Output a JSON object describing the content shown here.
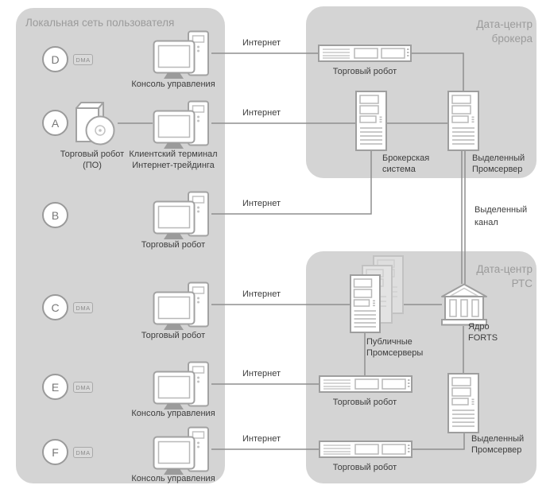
{
  "diagram": {
    "panels": {
      "local": {
        "title": "Локальная сеть пользователя"
      },
      "broker": {
        "title": "Дата-центр\nброкера"
      },
      "rts": {
        "title": "Дата-центр\nРТС"
      }
    },
    "internet_label": "Интернет",
    "dma_label": "DMA",
    "left_rows": [
      {
        "letter": "D",
        "dma": true,
        "label": "Консоль управления"
      },
      {
        "letter": "A",
        "dma": false,
        "software_label": "Торговый робот\n(ПО)",
        "label": "Клиентский терминал\nИнтернет-трейдинга"
      },
      {
        "letter": "B",
        "dma": false,
        "label": "Торговый робот"
      },
      {
        "letter": "C",
        "dma": true,
        "label": "Торговый робот"
      },
      {
        "letter": "E",
        "dma": true,
        "label": "Консоль управления"
      },
      {
        "letter": "F",
        "dma": true,
        "label": "Консоль управления"
      }
    ],
    "broker_nodes": {
      "trade_robot": "Торговый робот",
      "broker_system": "Брокерская\nсистема",
      "dedicated_promserver": "Выделенный\nПромсервер"
    },
    "channel_label": "Выделенный\nканал",
    "rts_nodes": {
      "public_promservers": "Публичные\nПромсерверы",
      "forts_core": "Ядро\nFORTS",
      "trade_robot_top": "Торговый робот",
      "dedicated_promserver": "Выделенный\nПромсервер",
      "trade_robot_bottom": "Торговый робот"
    },
    "colors": {
      "panel": "#d4d4d4",
      "line": "#8f8f8f",
      "label": "#3d3d3d",
      "panel_title": "#9b9b9b"
    }
  }
}
